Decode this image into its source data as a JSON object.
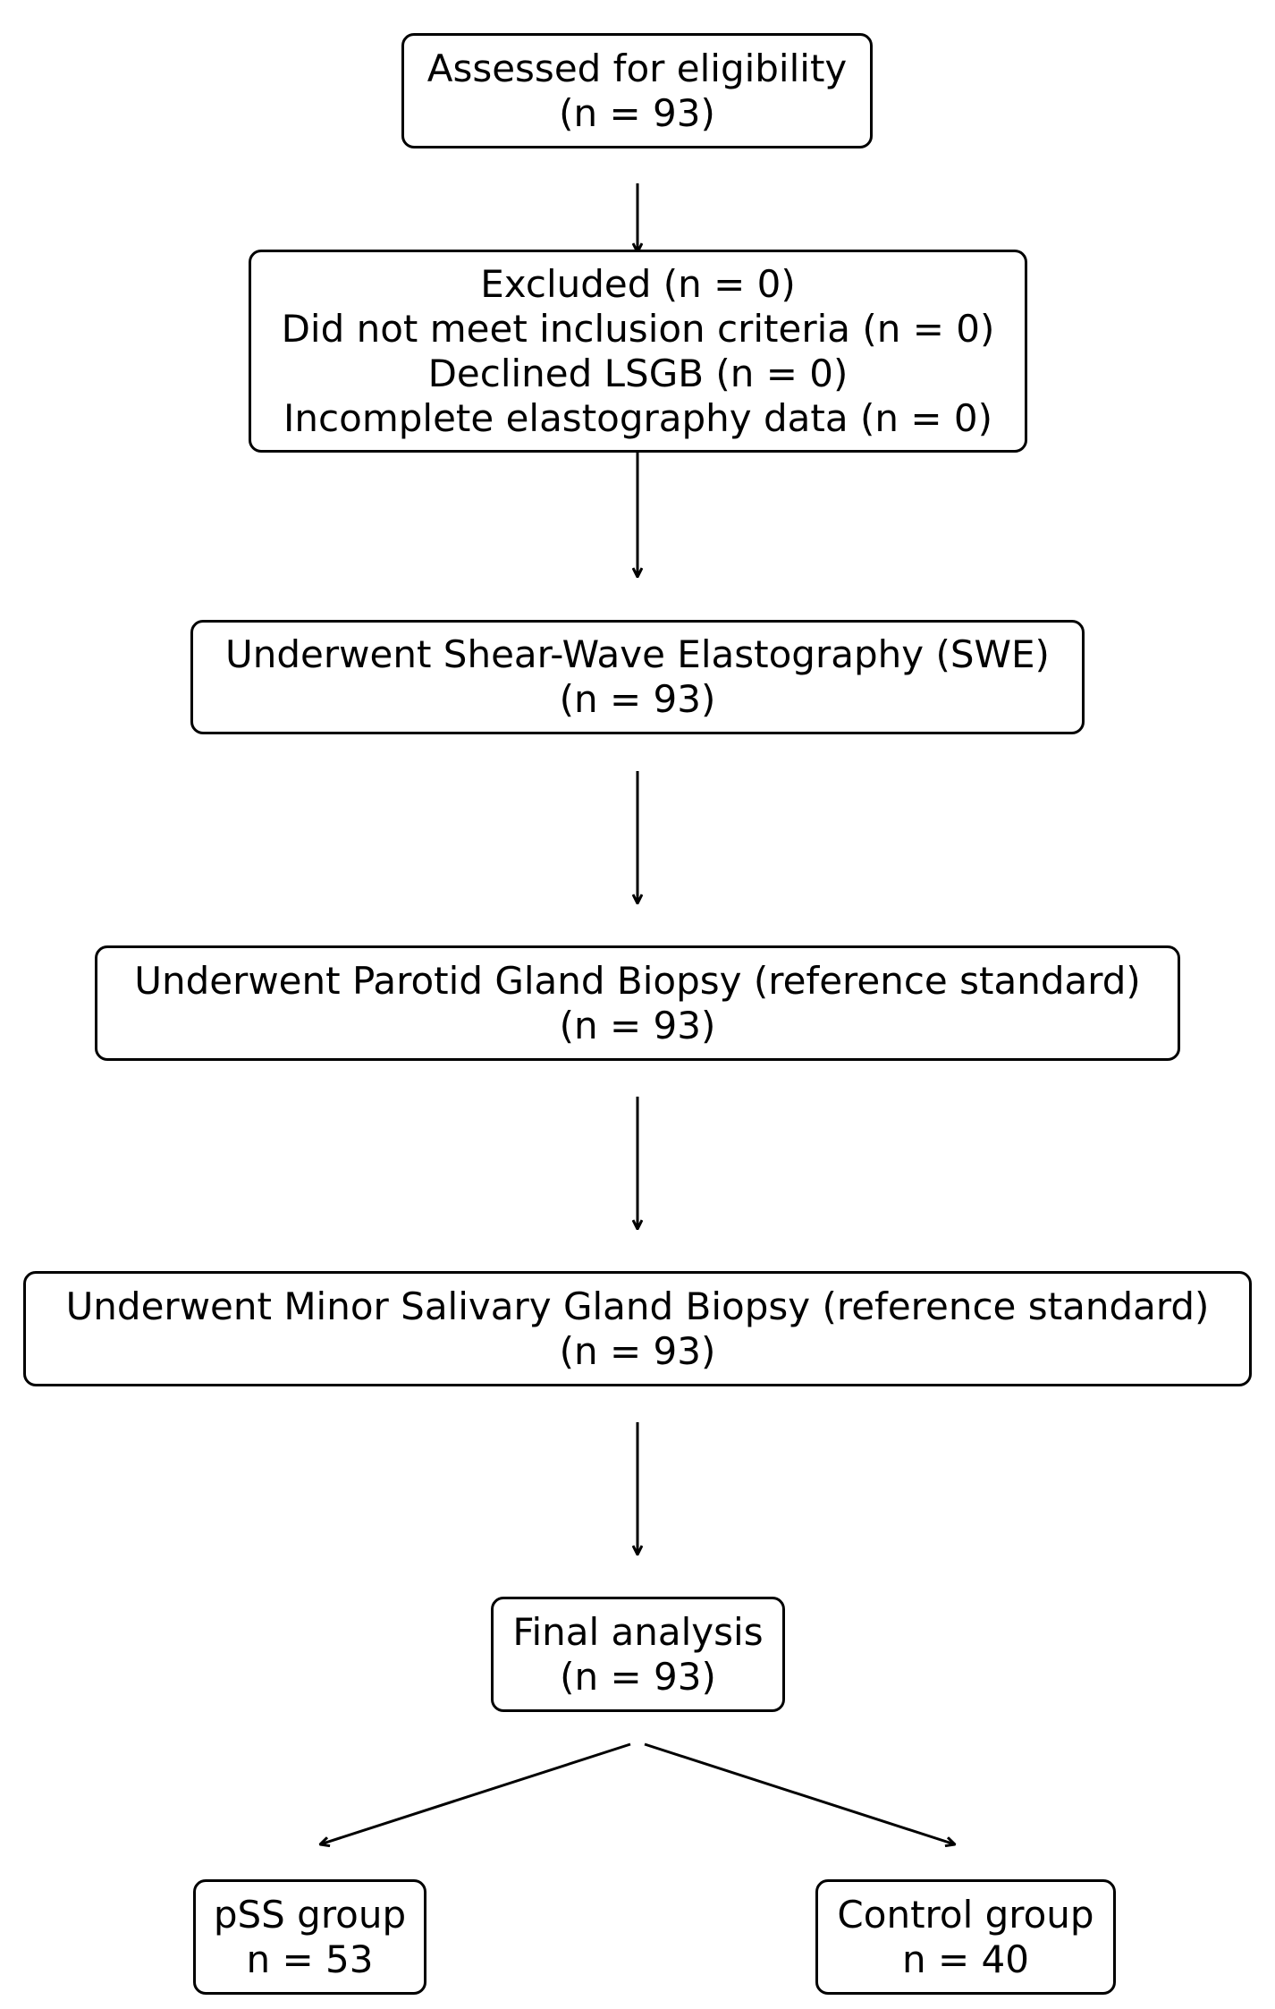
{
  "nodes": {
    "assessed": {
      "lines": [
        "Assessed for eligibility",
        "(n = 93)"
      ]
    },
    "excluded": {
      "lines": [
        "Excluded (n = 0)",
        "Did not meet inclusion criteria (n = 0)",
        "Declined LSGB (n = 0)",
        "Incomplete elastography data (n = 0)"
      ]
    },
    "swe": {
      "lines": [
        "Underwent Shear-Wave Elastography (SWE)",
        "(n = 93)"
      ]
    },
    "parotid": {
      "lines": [
        "Underwent Parotid Gland Biopsy (reference standard)",
        "(n = 93)"
      ]
    },
    "minor": {
      "lines": [
        "Underwent Minor Salivary Gland Biopsy (reference standard)",
        "(n = 93)"
      ]
    },
    "final": {
      "lines": [
        "Final analysis",
        "(n = 93)"
      ]
    },
    "pss": {
      "lines": [
        "pSS group",
        "n = 53"
      ]
    },
    "control": {
      "lines": [
        "Control group",
        "n = 40"
      ]
    }
  },
  "edges": [
    {
      "from": "assessed",
      "to": "excluded"
    },
    {
      "from": "excluded",
      "to": "swe"
    },
    {
      "from": "swe",
      "to": "parotid"
    },
    {
      "from": "parotid",
      "to": "minor"
    },
    {
      "from": "minor",
      "to": "final"
    },
    {
      "from": "final",
      "to": "pss"
    },
    {
      "from": "final",
      "to": "control"
    }
  ],
  "colors": {
    "stroke": "#000000",
    "background": "#ffffff",
    "text": "#000000"
  }
}
